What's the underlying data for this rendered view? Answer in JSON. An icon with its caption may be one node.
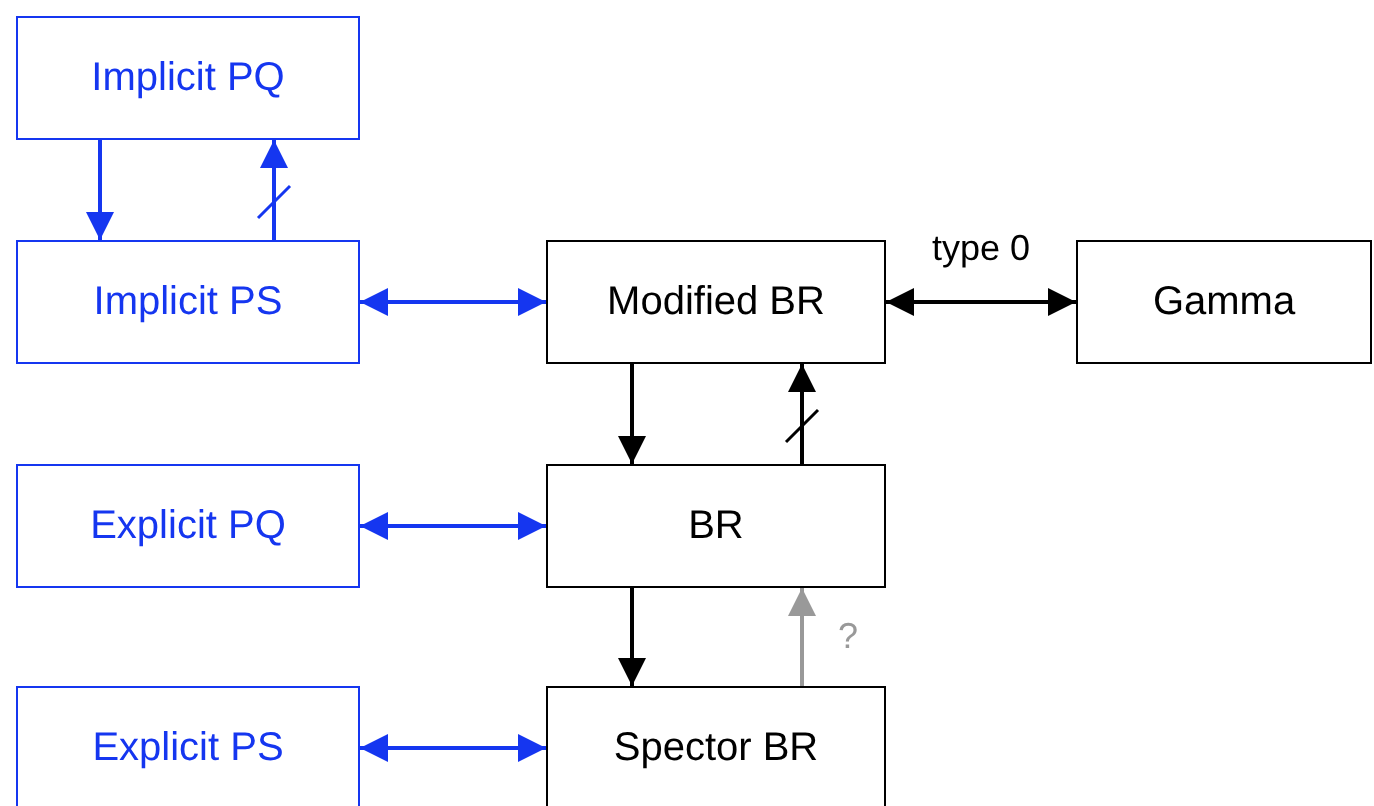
{
  "diagram": {
    "nodes": [
      {
        "text": [
          "Implicit PQ"
        ]
      },
      {
        "text": [
          "Implicit PS"
        ]
      },
      {
        "text": [
          "Modified BR"
        ]
      },
      {
        "text": [
          "Gamma"
        ]
      },
      {
        "text": [
          "Explicit PQ"
        ]
      },
      {
        "text": [
          "BR"
        ]
      },
      {
        "text": [
          "Explicit PS"
        ]
      },
      {
        "text": [
          "Spector BR"
        ]
      }
    ],
    "edges": [
      {
        "from": 0,
        "to": 1,
        "arrow": "to"
      },
      {
        "from": 1,
        "to": 0,
        "arrow": "to"
      },
      {
        "from": 1,
        "to": 2,
        "arrow": "both"
      },
      {
        "from": 2,
        "to": 3,
        "arrow": "both",
        "label": "type 0",
        "color": "#000000"
      },
      {
        "from": 2,
        "to": 5,
        "arrow": "to",
        "color": "#000000"
      },
      {
        "from": 5,
        "to": 2,
        "arrow": "to",
        "color": "#000000"
      },
      {
        "from": 4,
        "to": 5,
        "arrow": "both"
      },
      {
        "from": 5,
        "to": 7,
        "arrow": "to",
        "color": "#000000"
      },
      {
        "from": 7,
        "to": 5,
        "arrow": "to",
        "label": "?",
        "color": "#999999"
      },
      {
        "from": 6,
        "to": 7,
        "arrow": "both"
      }
    ]
  }
}
